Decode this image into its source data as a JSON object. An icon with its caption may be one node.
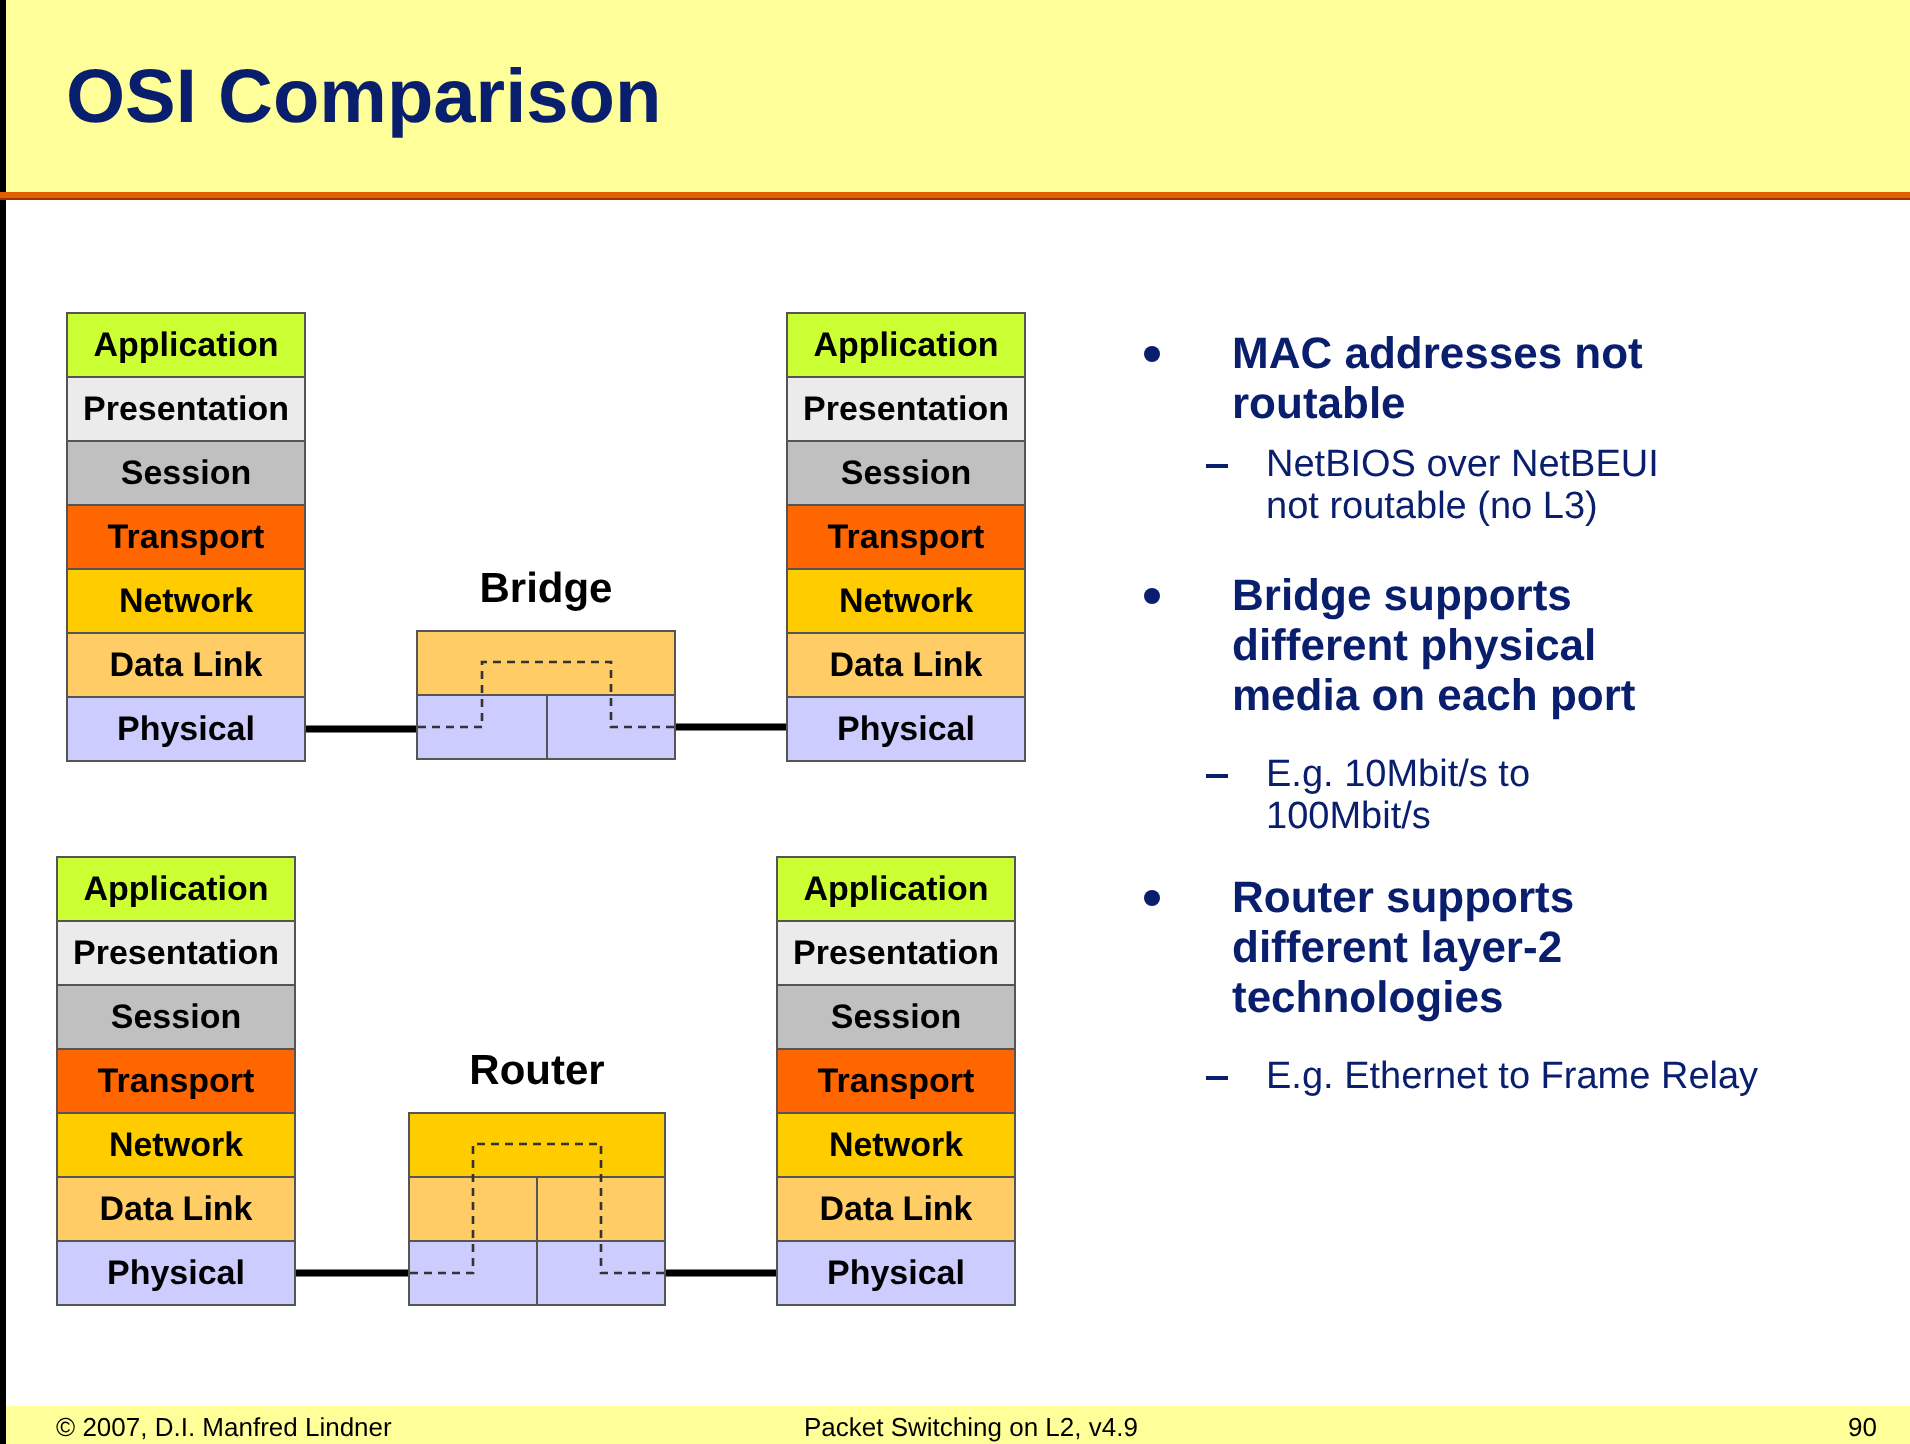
{
  "diagram": {
    "title": "OSI Comparison",
    "nodes": [
      {
        "text": [
          "Application"
        ]
      },
      {
        "text": [
          "Presentation"
        ]
      },
      {
        "text": [
          "Session"
        ]
      },
      {
        "text": [
          "Transport"
        ]
      },
      {
        "text": [
          "Network"
        ]
      },
      {
        "text": [
          "Data Link"
        ]
      },
      {
        "text": [
          "Physical"
        ]
      },
      {
        "text": [
          "Bridge"
        ]
      },
      {
        "text": [],
        "shape": "box",
        "in": 7
      },
      {
        "text": [],
        "shape": "box",
        "in": 7
      },
      {
        "text": [],
        "shape": "box",
        "in": 7
      },
      {
        "text": [
          "Application"
        ]
      },
      {
        "text": [
          "Presentation"
        ]
      },
      {
        "text": [
          "Session"
        ]
      },
      {
        "text": [
          "Transport"
        ]
      },
      {
        "text": [
          "Network"
        ]
      },
      {
        "text": [
          "Data Link"
        ]
      },
      {
        "text": [
          "Physical"
        ]
      },
      {
        "text": [
          "Application"
        ]
      },
      {
        "text": [
          "Presentation"
        ]
      },
      {
        "text": [
          "Session"
        ]
      },
      {
        "text": [
          "Transport"
        ]
      },
      {
        "text": [
          "Network"
        ]
      },
      {
        "text": [
          "Data Link"
        ]
      },
      {
        "text": [
          "Physical"
        ]
      },
      {
        "text": [
          "Router"
        ]
      },
      {
        "text": [],
        "shape": "box",
        "in": 25
      },
      {
        "text": [],
        "shape": "box",
        "in": 25
      },
      {
        "text": [],
        "shape": "box",
        "in": 25
      },
      {
        "text": [],
        "shape": "box",
        "in": 25
      },
      {
        "text": [],
        "shape": "box",
        "in": 25
      },
      {
        "text": [
          "Application"
        ]
      },
      {
        "text": [
          "Presentation"
        ]
      },
      {
        "text": [
          "Session"
        ]
      },
      {
        "text": [
          "Transport"
        ]
      },
      {
        "text": [
          "Network"
        ]
      },
      {
        "text": [
          "Data Link"
        ]
      },
      {
        "text": [
          "Physical"
        ]
      }
    ],
    "edges": [
      {
        "from": 6,
        "to": 9,
        "arrow": "none"
      },
      {
        "from": 10,
        "to": 17,
        "arrow": "none"
      },
      {
        "from": 24,
        "to": 29,
        "arrow": "none"
      },
      {
        "from": 30,
        "to": 37,
        "arrow": "none"
      }
    ],
    "labels": [
      "MAC addresses not routable",
      "NetBIOS over NetBEUI not routable (no L3)",
      "Bridge supports different physical media on each port",
      "E.g. 10Mbit/s to 100Mbit/s",
      "Router supports different layer-2 technologies",
      "E.g. Ethernet to Frame Relay",
      "© 2007, D.I. Manfred Lindner",
      "Packet Switching on L2, v4.9",
      "90"
    ]
  }
}
